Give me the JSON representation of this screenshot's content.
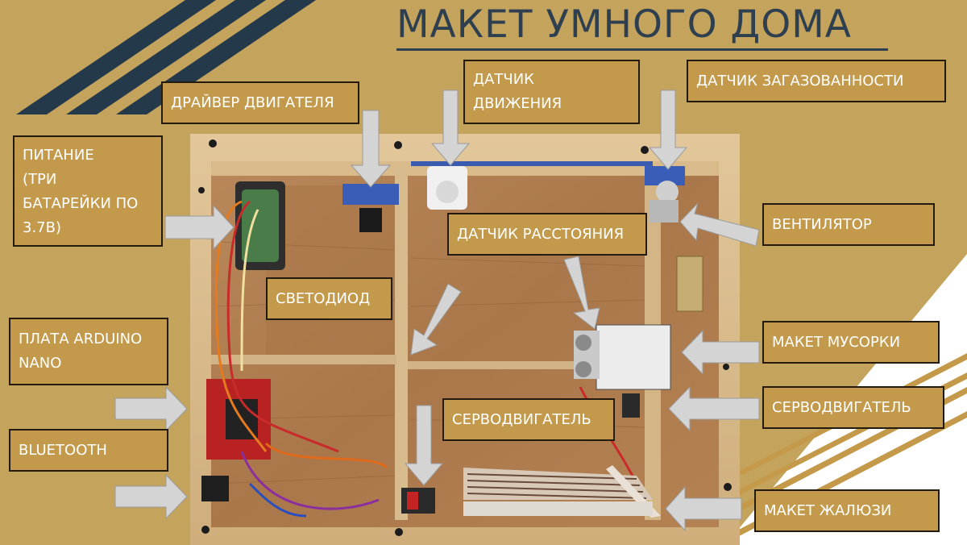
{
  "title": "МАКЕТ УМНОГО ДОМА",
  "labels": {
    "power": "ПИТАНИЕ\n(ТРИ\nБАТАРЕЙКИ ПО\n3.7В)",
    "motor_driver": "ДРАЙВЕР ДВИГАТЕЛЯ",
    "motion_sensor": "ДАТЧИК\nДВИЖЕНИЯ",
    "gas_sensor": "ДАТЧИК ЗАГАЗОВАННОСТИ",
    "fan": "ВЕНТИЛЯТОР",
    "distance_sensor": "ДАТЧИК РАССТОЯНИЯ",
    "led": "СВЕТОДИОД",
    "arduino": "ПЛАТА ARDUINO\nNANO",
    "trash_model": "МАКЕТ МУСОРКИ",
    "servo_right": "СЕРВОДВИГАТЕЛЬ",
    "servo_center": "СЕРВОДВИГАТЕЛЬ",
    "bluetooth": "BLUETOOTH",
    "blinds_model": "МАКЕТ ЖАЛЮЗИ"
  },
  "colors": {
    "background": "#c4a35d",
    "title": "#2e3f4f",
    "label_fill": "#c39a4b",
    "label_border": "#231a10",
    "arrow": "#d4d4d4",
    "stripe": "#24394a"
  },
  "icons": [
    "arrow-right-icon",
    "arrow-down-icon",
    "arrow-left-icon",
    "arrow-down-left-icon"
  ]
}
